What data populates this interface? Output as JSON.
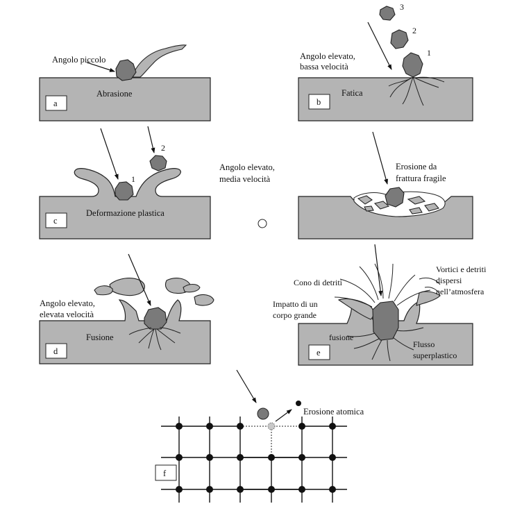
{
  "panels": {
    "a": {
      "letter": "a",
      "angle_label": "Angolo piccolo",
      "mechanism": "Abrasione"
    },
    "b": {
      "letter": "b",
      "angle_label_1": "Angolo elevato,",
      "angle_label_2": "bassa velocità",
      "mechanism": "Fatica",
      "seq": [
        "1",
        "2",
        "3"
      ]
    },
    "c": {
      "letter": "c",
      "mechanism": "Deformazione plastica",
      "seq": [
        "1",
        "2"
      ]
    },
    "middle": {
      "line1": "Angolo elevato,",
      "line2": "media velocità"
    },
    "brittle": {
      "line1": "Erosione da",
      "line2": "frattura fragile"
    },
    "d": {
      "letter": "d",
      "angle_label_1": "Angolo elevato,",
      "angle_label_2": "elevata velocità",
      "mechanism": "Fusione"
    },
    "e": {
      "letter": "e",
      "debris_cone": "Cono di detriti",
      "impact_1": "Impatto di un",
      "impact_2": "corpo grande",
      "vortex_1": "Vortici e detriti",
      "vortex_2": "dispersi",
      "vortex_3": "nell’atmosfera",
      "melt": "fusione",
      "flow_1": "Flusso",
      "flow_2": "superplastico"
    },
    "f": {
      "letter": "f",
      "mechanism": "Erosione atomica"
    }
  },
  "colors": {
    "surface": "#b4b4b4",
    "rock": "#7a7a7a",
    "outline": "#222222"
  }
}
